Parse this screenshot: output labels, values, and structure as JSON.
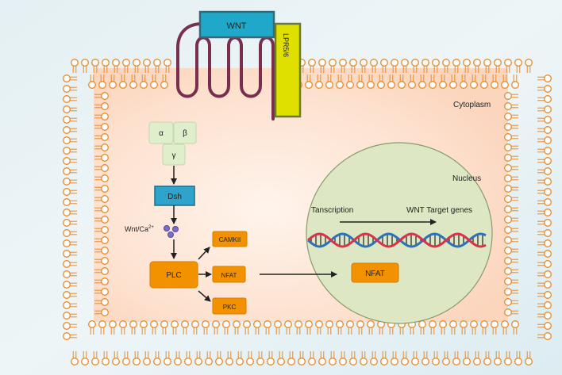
{
  "labels": {
    "wnt": "WNT",
    "lpr": "LPR5/6",
    "cytoplasm": "Cytoplasm",
    "alpha": "α",
    "beta": "β",
    "gamma": "γ",
    "dsh": "Dsh",
    "wnt_ca_base": "Wnt/Ca",
    "wnt_ca_sup": "2+",
    "camkii": "CAMKII",
    "plc": "PLC",
    "nfat": "NFAT",
    "pkc": "PKC",
    "nucleus": "Nucleus",
    "transcription": "Tanscription",
    "target_genes": "WNT Target genes",
    "nfat_nucleus": "NFAT"
  },
  "colors": {
    "lipid_stroke": "#e58a2e",
    "wnt_fill": "#1fa8c9",
    "lpr_fill": "#e0e000",
    "receptor_stroke": "#7a2e4e",
    "g_protein_fill": "#dfeecb",
    "dsh_fill": "#2ea3cc",
    "orange_box": "#f39200",
    "nucleus_fill": "#dde7c4",
    "dna_red": "#d8334a",
    "dna_blue": "#2b73b8",
    "ca_ions": "#7b6cc4"
  }
}
